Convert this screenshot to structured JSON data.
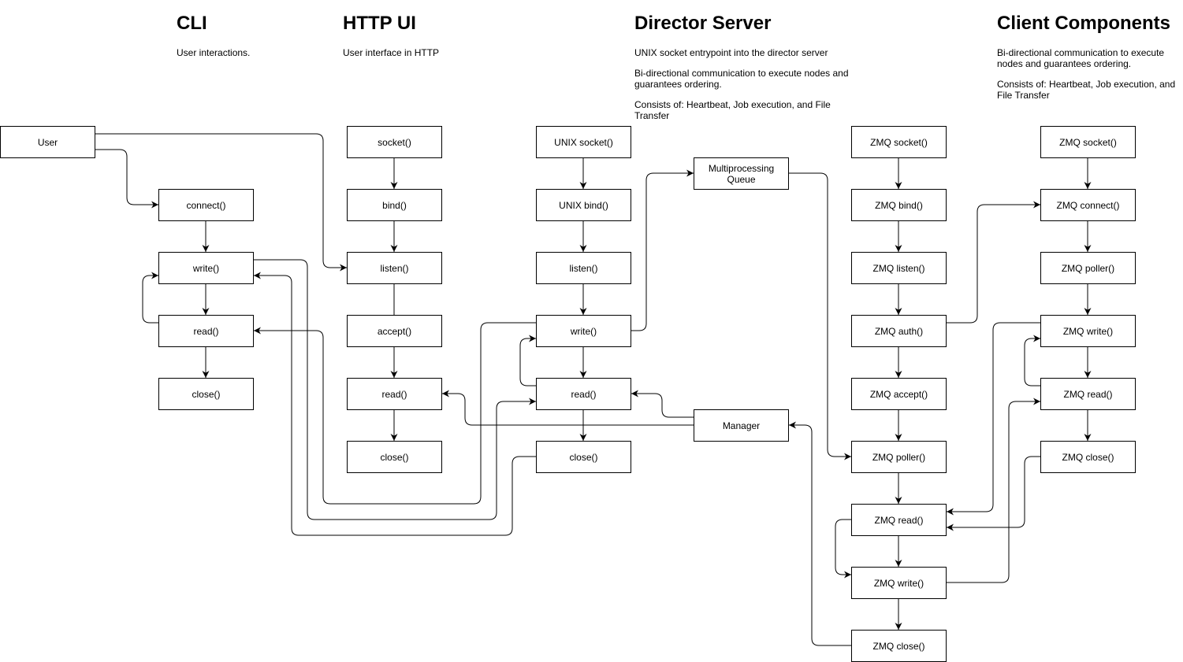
{
  "columns": [
    {
      "id": "cli",
      "title": "CLI",
      "description": [
        "User interactions."
      ]
    },
    {
      "id": "http",
      "title": "HTTP UI",
      "description": [
        "User interface in HTTP"
      ]
    },
    {
      "id": "director",
      "title": "Director Server",
      "description": [
        "UNIX socket entrypoint into the director server",
        "Bi-directional communication to execute nodes and guarantees ordering.",
        "Consists of: Heartbeat, Job execution, and File Transfer"
      ]
    },
    {
      "id": "client",
      "title": "Client Components",
      "description": [
        "Bi-directional communication to execute nodes and guarantees ordering.",
        "Consists of: Heartbeat, Job execution, and File Transfer"
      ]
    }
  ],
  "nodes": {
    "user": "User",
    "cli_connect": "connect()",
    "cli_write": "write()",
    "cli_read": "read()",
    "cli_close": "close()",
    "http_socket": "socket()",
    "http_bind": "bind()",
    "http_listen": "listen()",
    "http_accept": "accept()",
    "http_read": "read()",
    "http_close": "close()",
    "dir_socket": "UNIX socket()",
    "dir_bind": "UNIX bind()",
    "dir_listen": "listen()",
    "dir_write": "write()",
    "dir_read": "read()",
    "dir_close": "close()",
    "mp_queue": "Multiprocessing Queue",
    "manager": "Manager",
    "zs_socket": "ZMQ socket()",
    "zs_bind": "ZMQ bind()",
    "zs_listen": "ZMQ listen()",
    "zs_auth": "ZMQ auth()",
    "zs_accept": "ZMQ accept()",
    "zs_poller": "ZMQ poller()",
    "zs_read": "ZMQ read()",
    "zs_write": "ZMQ write()",
    "zs_close": "ZMQ close()",
    "zc_socket": "ZMQ socket()",
    "zc_connect": "ZMQ connect()",
    "zc_poller": "ZMQ poller()",
    "zc_write": "ZMQ write()",
    "zc_read": "ZMQ read()",
    "zc_close": "ZMQ close()"
  }
}
